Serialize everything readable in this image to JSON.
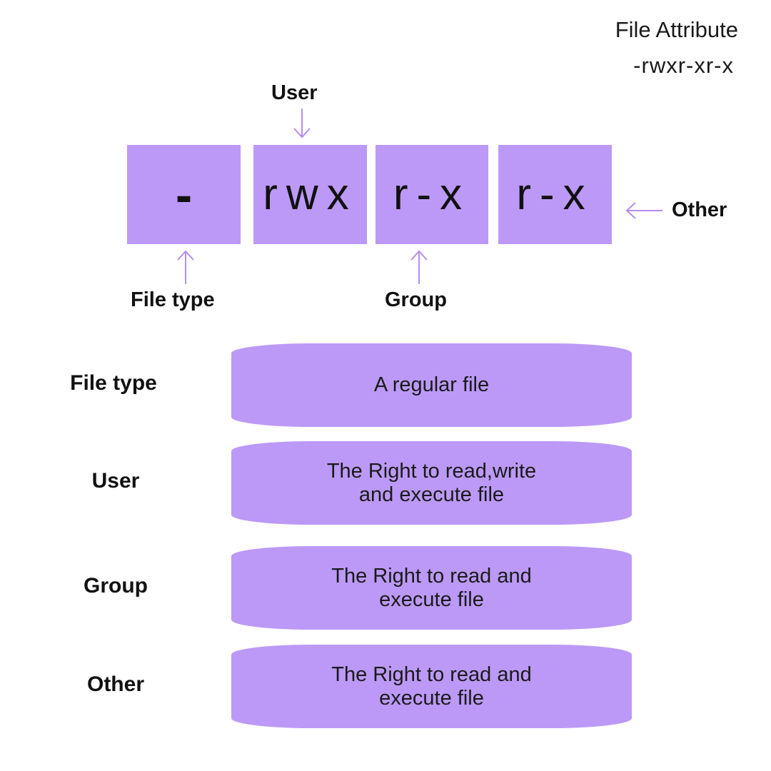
{
  "header": {
    "title": "File Attribute",
    "attribute": "-rwxr-xr-x"
  },
  "boxes": [
    {
      "id": "file-type",
      "text": "-"
    },
    {
      "id": "user",
      "text": "rwx"
    },
    {
      "id": "group",
      "text": "r-x"
    },
    {
      "id": "other",
      "text": "r-x"
    }
  ],
  "callouts": {
    "user": "User",
    "file_type": "File type",
    "group": "Group",
    "other": "Other"
  },
  "rows": [
    {
      "label": "File type",
      "description": "A regular file"
    },
    {
      "label": "User",
      "description": "The Right to read,write and execute file"
    },
    {
      "label": "Group",
      "description": "The Right to read and execute file"
    },
    {
      "label": "Other",
      "description": "The Right to read and execute file"
    }
  ],
  "colors": {
    "box_fill": "#bc99f7",
    "arrow": "#b58cf2",
    "text": "#111111"
  }
}
